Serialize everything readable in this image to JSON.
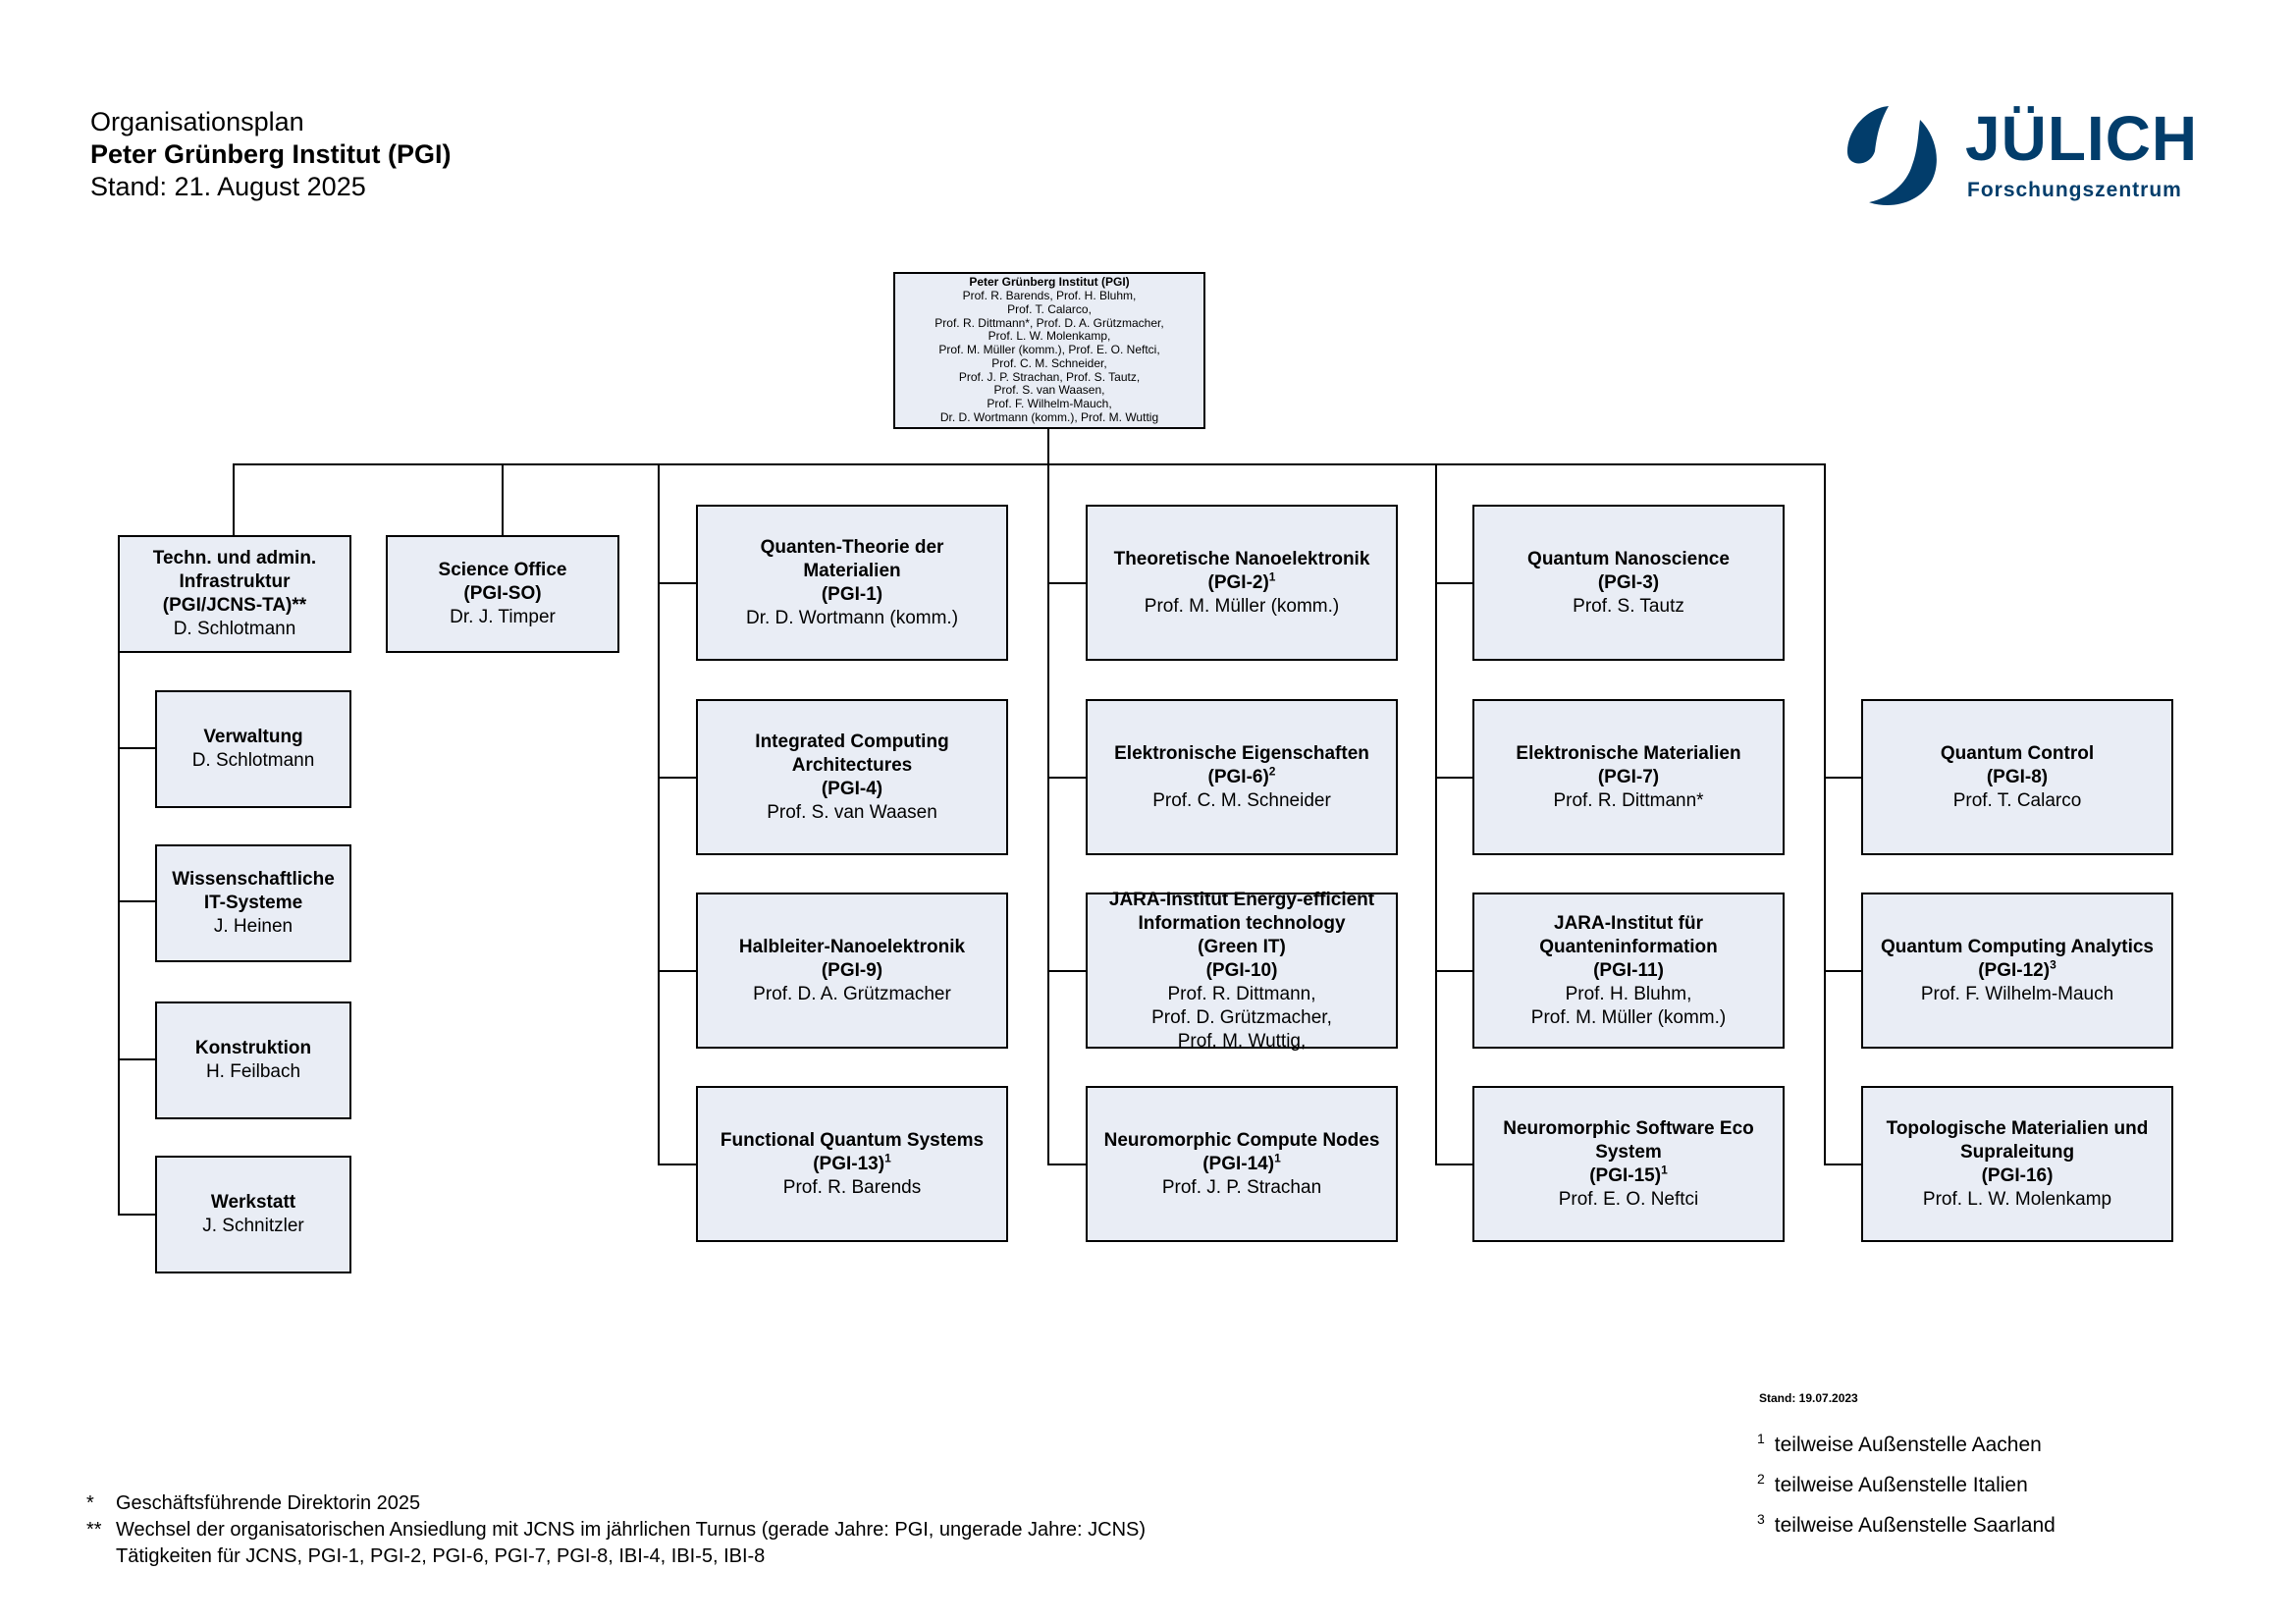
{
  "header": {
    "line1": "Organisationsplan",
    "line2": "Peter Grünberg Institut (PGI)",
    "line3": "Stand: 21. August 2025"
  },
  "logo": {
    "name": "JÜLICH",
    "subtitle": "Forschungszentrum",
    "color": "#023d6b",
    "icon": "juelich-logo-icon"
  },
  "top": {
    "title": "Peter Grünberg Institut (PGI)",
    "lines": [
      "Prof. R. Barends, Prof. H. Bluhm,",
      "Prof. T. Calarco,",
      "Prof. R. Dittmann*, Prof. D. A. Grützmacher,",
      "Prof. L. W. Molenkamp,",
      "Prof. M. Müller (komm.), Prof. E. O. Neftci,",
      "Prof. C. M. Schneider,",
      "Prof. J. P. Strachan, Prof. S. Tautz,",
      "Prof. S. van Waasen,",
      "Prof. F. Wilhelm-Mauch,",
      "Dr. D. Wortmann (komm.), Prof. M. Wuttig"
    ]
  },
  "ta": {
    "title_lines": [
      "Techn. und admin.",
      "Infrastruktur",
      "(PGI/JCNS-TA)**"
    ],
    "head": "D. Schlotmann",
    "subunits": [
      {
        "title_lines": [
          "Verwaltung"
        ],
        "head": "D. Schlotmann"
      },
      {
        "title_lines": [
          "Wissenschaftliche",
          "IT-Systeme"
        ],
        "head": "J. Heinen"
      },
      {
        "title_lines": [
          "Konstruktion"
        ],
        "head": "H. Feilbach"
      },
      {
        "title_lines": [
          "Werkstatt"
        ],
        "head": "J. Schnitzler"
      }
    ]
  },
  "so": {
    "title_lines": [
      "Science Office",
      "(PGI-SO)"
    ],
    "head": "Dr. J. Timper"
  },
  "columns": [
    [
      {
        "title_lines": [
          "Quanten-Theorie der",
          "Materialien"
        ],
        "code": "(PGI-1)",
        "sup": "",
        "heads": [
          "Dr. D. Wortmann (komm.)"
        ]
      },
      {
        "title_lines": [
          "Integrated Computing",
          "Architectures"
        ],
        "code": "(PGI-4)",
        "sup": "",
        "heads": [
          "Prof. S. van Waasen"
        ]
      },
      {
        "title_lines": [
          "Halbleiter-Nanoelektronik"
        ],
        "code": "(PGI-9)",
        "sup": "",
        "heads": [
          "Prof. D. A. Grützmacher"
        ]
      },
      {
        "title_lines": [
          "Functional Quantum Systems"
        ],
        "code": "(PGI-13)",
        "sup": "1",
        "heads": [
          "Prof. R. Barends"
        ]
      }
    ],
    [
      {
        "title_lines": [
          "Theoretische Nanoelektronik"
        ],
        "code": "(PGI-2)",
        "sup": "1",
        "heads": [
          "Prof. M. Müller (komm.)"
        ]
      },
      {
        "title_lines": [
          "Elektronische Eigenschaften"
        ],
        "code": "(PGI-6)",
        "sup": "2",
        "heads": [
          "Prof. C. M. Schneider"
        ]
      },
      {
        "title_lines": [
          "JARA-Institut Energy-efficient",
          "Information technology",
          "(Green IT)"
        ],
        "code": "(PGI-10)",
        "sup": "",
        "heads": [
          "Prof. R. Dittmann,",
          "Prof. D. Grützmacher,",
          "Prof. M. Wuttig,"
        ]
      },
      {
        "title_lines": [
          "Neuromorphic Compute Nodes"
        ],
        "code": "(PGI-14)",
        "sup": "1",
        "heads": [
          "Prof. J. P. Strachan"
        ]
      }
    ],
    [
      {
        "title_lines": [
          "Quantum Nanoscience"
        ],
        "code": "(PGI-3)",
        "sup": "",
        "heads": [
          "Prof. S. Tautz"
        ]
      },
      {
        "title_lines": [
          "Elektronische Materialien"
        ],
        "code": "(PGI-7)",
        "sup": "",
        "heads": [
          "Prof. R. Dittmann*"
        ]
      },
      {
        "title_lines": [
          "JARA-Institut für",
          "Quanteninformation"
        ],
        "code": "(PGI-11)",
        "sup": "",
        "heads": [
          "Prof. H. Bluhm,",
          "Prof. M. Müller (komm.)"
        ]
      },
      {
        "title_lines": [
          "Neuromorphic Software Eco",
          "System"
        ],
        "code": "(PGI-15)",
        "sup": "1",
        "heads": [
          "Prof. E. O. Neftci"
        ]
      }
    ],
    [
      {
        "title_lines": [
          "Quantum Control"
        ],
        "code": "(PGI-8)",
        "sup": "",
        "heads": [
          "Prof. T. Calarco"
        ]
      },
      {
        "title_lines": [
          "Quantum Computing Analytics"
        ],
        "code": "(PGI-12)",
        "sup": "3",
        "heads": [
          "Prof. F. Wilhelm-Mauch"
        ]
      },
      {
        "title_lines": [
          "Topologische Materialien und",
          "Supraleitung"
        ],
        "code": "(PGI-16)",
        "sup": "",
        "heads": [
          "Prof. L. W. Molenkamp"
        ]
      }
    ]
  ],
  "legend": {
    "stand": "Stand: 19.07.2023",
    "items": [
      {
        "mark": "1",
        "text": "teilweise Außenstelle Aachen"
      },
      {
        "mark": "2",
        "text": "teilweise Außenstelle Italien"
      },
      {
        "mark": "3",
        "text": "teilweise Außenstelle Saarland"
      }
    ]
  },
  "footnotes": [
    {
      "mark": "*",
      "text": "Geschäftsführende Direktorin 2025"
    },
    {
      "mark": "**",
      "text": "Wechsel der organisatorischen Ansiedlung mit  JCNS im jährlichen Turnus (gerade Jahre: PGI, ungerade Jahre: JCNS)"
    },
    {
      "mark": "",
      "text": "Tätigkeiten für JCNS, PGI-1, PGI-2, PGI-6, PGI-7, PGI-8, IBI-4, IBI-5, IBI-8"
    }
  ]
}
